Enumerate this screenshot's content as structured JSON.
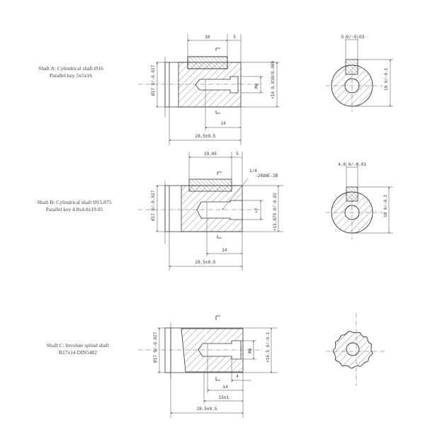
{
  "shafts": [
    {
      "id": "A",
      "title": "Shaft A: Cylindrical shaft Ø16",
      "subtitle": "Parallel key 5x5x16",
      "dims": {
        "key_length": "16",
        "key_offset": "5",
        "thread": "M6",
        "thread_depth": "14",
        "overall_length": "28.5±0.5",
        "flange_dia": "Ø17 0/-0.027",
        "shaft_dia": "×16 0.018/0.005",
        "key_width": "5 0/-0.03",
        "key_height": "18 0/-0.1"
      }
    },
    {
      "id": "B",
      "title": "Shaft B: Cylindrical shaft Ø15.875",
      "subtitle": "Parallel key 4.8x4.8x19.05",
      "dims": {
        "key_length": "19.05",
        "key_offset": "5",
        "thread_frac": "1/4",
        "thread_spec": "-28UNF-2B",
        "thread_dia": "×7",
        "thread_depth": "14",
        "overall_length": "28.5±0.5",
        "flange_dia": "Ø17 0/-0.027",
        "shaft_dia": "×15.875 0/-0.02",
        "key_width": "4.8 0/-0.03",
        "key_height": "18 0/-0.1"
      }
    },
    {
      "id": "C",
      "title": "Shaft C: Involute splind shaft",
      "subtitle": "B17x14 DIN5482",
      "dims": {
        "thread": "M6",
        "chamfer": "4",
        "thread_depth": "14",
        "bore_depth": "15±1",
        "overall_length": "28.5±0.5",
        "flange_dia": "Ø17 0/-0.027",
        "spline_dia": "×16.5 0/-0.1"
      }
    }
  ]
}
